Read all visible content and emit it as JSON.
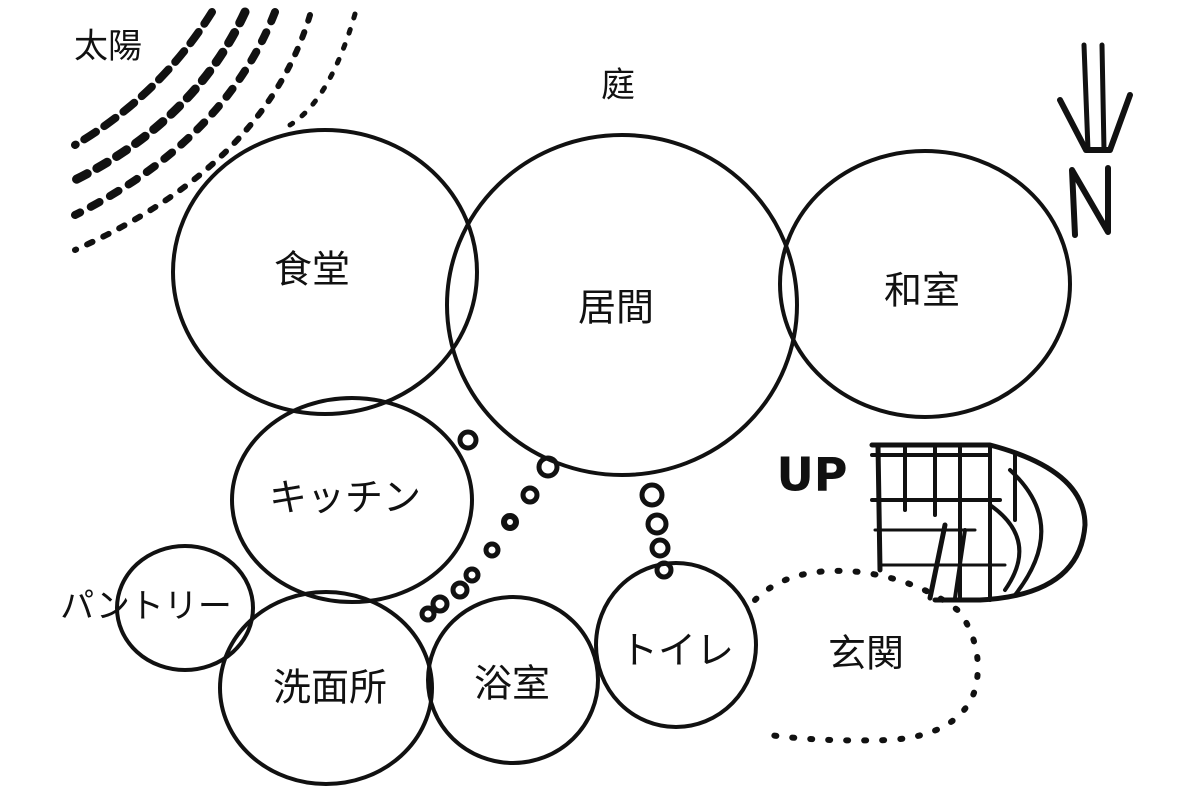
{
  "labels": {
    "sun": "太陽",
    "garden": "庭",
    "dining": "食堂",
    "living": "居間",
    "japanese_room": "和室",
    "kitchen": "キッチン",
    "pantry": "パントリー",
    "washroom": "洗面所",
    "bath": "浴室",
    "toilet": "トイレ",
    "entrance": "玄関",
    "up": "UP"
  },
  "colors": {
    "ink": "#111111",
    "background": "#ffffff"
  },
  "icons": {
    "north": "north-arrow-icon",
    "sun": "sun-rays-icon",
    "stairs": "stairs-icon"
  }
}
